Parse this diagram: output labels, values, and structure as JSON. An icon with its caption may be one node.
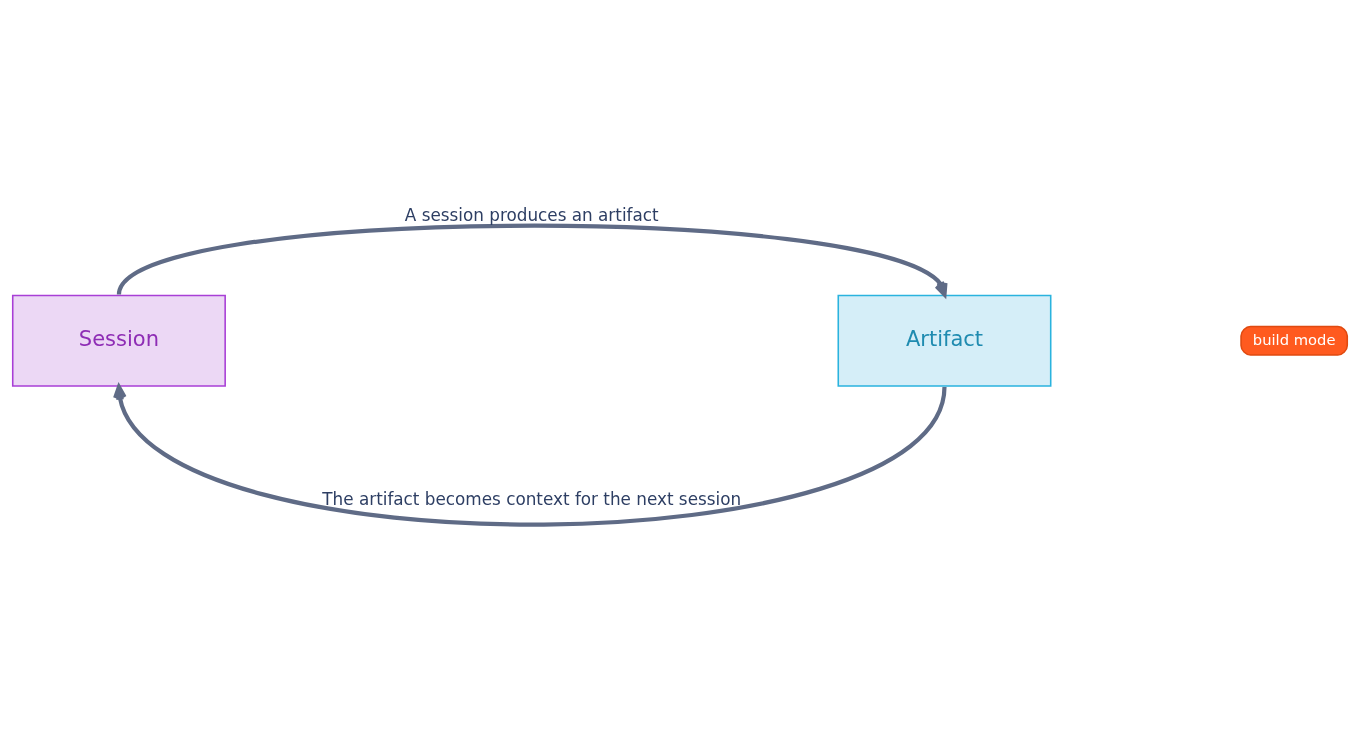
{
  "diagram": {
    "nodes": [
      {
        "text": [
          "Session"
        ]
      },
      {
        "text": [
          "Artifact"
        ]
      }
    ],
    "edges": [
      {
        "from": 0,
        "to": 1,
        "arrow": "to",
        "label": "A session produces an artifact"
      },
      {
        "from": 1,
        "to": 0,
        "arrow": "to",
        "label": "The artifact becomes context for the next session"
      }
    ],
    "labels": [
      "build mode"
    ]
  }
}
